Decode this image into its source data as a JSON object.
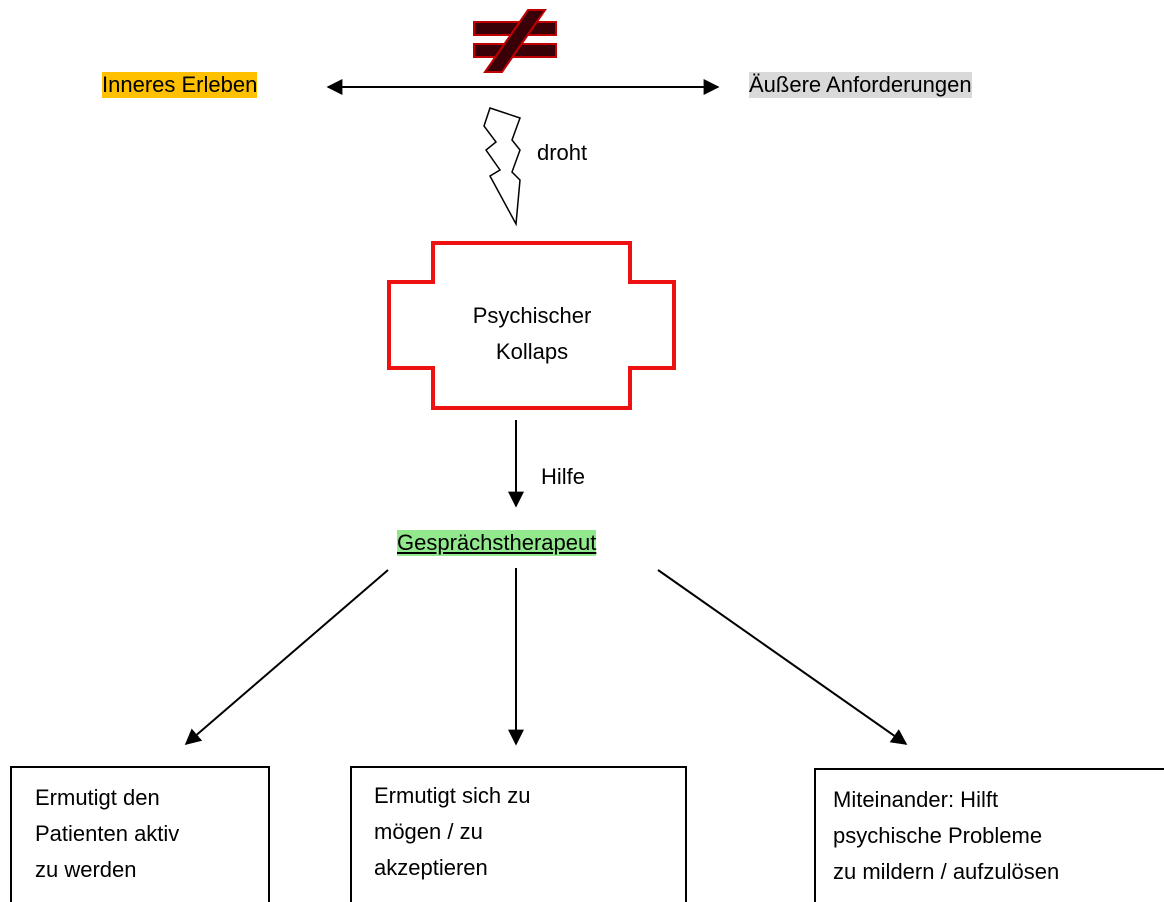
{
  "diagram": {
    "inner_label": "Inneres Erleben",
    "outer_label": "Äußere Anforderungen",
    "not_equal_symbol": "≠",
    "threat_label": "droht",
    "collapse_label": "Psychischer\nKollaps",
    "help_label": "Hilfe",
    "therapist_label": "Gesprächstherapeut",
    "boxes": [
      {
        "text": "Ermutigt den\nPatienten aktiv\nzu werden"
      },
      {
        "text": "Ermutigt sich zu\nmögen / zu\nakzeptieren"
      },
      {
        "text": "Miteinander: Hilft\npsychische Probleme\nzu mildern / aufzulösen"
      }
    ],
    "colors": {
      "inner_highlight": "#ffc000",
      "outer_highlight": "#d9d9d9",
      "therapist_highlight": "#92e88c",
      "collapse_border": "#ee1111",
      "not_equal_fill": "#3a0008",
      "not_equal_outline": "#c00000"
    },
    "icons": {
      "not_equal": "not-equal-icon",
      "threat": "lightning-bolt-icon"
    }
  }
}
